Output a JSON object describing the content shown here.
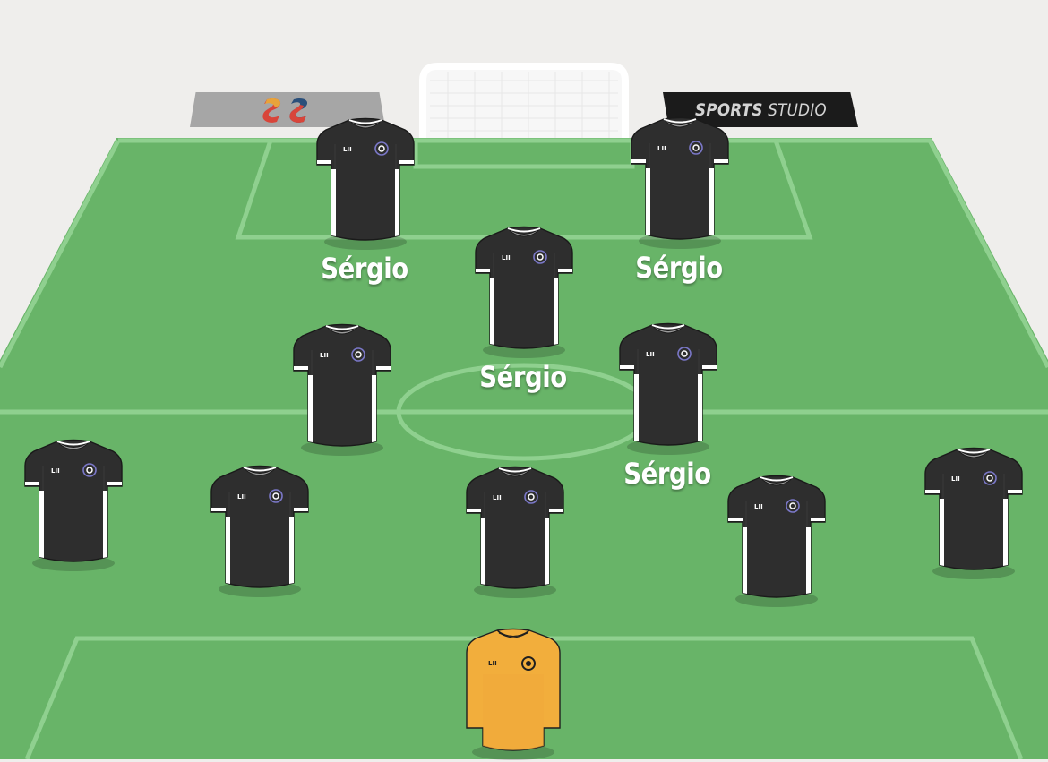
{
  "sponsors": {
    "left_logo": "ss-logo-icon",
    "right_text_part1": "SPORTS",
    "right_text_part2": "STUDIO"
  },
  "colors": {
    "pitch": "#68b468",
    "pitch_lines": "#8fd08f",
    "kit_body": "#2e2e2e",
    "kit_trim": "#ffffff",
    "kit_badge": "#7b78c9",
    "gk_body": "#f2ae3c",
    "gk_body_top": "#f6b84a"
  },
  "kit_labels": {
    "outfield_text": "LII",
    "gk_text": "LII"
  },
  "players": [
    {
      "id": "p1",
      "role": "outfield",
      "name": "Sérgio"
    },
    {
      "id": "p2",
      "role": "outfield",
      "name": "Sérgio"
    },
    {
      "id": "p3",
      "role": "outfield",
      "name": "Sérgio"
    },
    {
      "id": "p4",
      "role": "outfield",
      "name": ""
    },
    {
      "id": "p5",
      "role": "outfield",
      "name": "Sérgio"
    },
    {
      "id": "p6",
      "role": "outfield",
      "name": ""
    },
    {
      "id": "p7",
      "role": "outfield",
      "name": ""
    },
    {
      "id": "p8",
      "role": "outfield",
      "name": ""
    },
    {
      "id": "p9",
      "role": "outfield",
      "name": ""
    },
    {
      "id": "p10",
      "role": "outfield",
      "name": ""
    },
    {
      "id": "p11",
      "role": "goalkeeper",
      "name": ""
    }
  ]
}
